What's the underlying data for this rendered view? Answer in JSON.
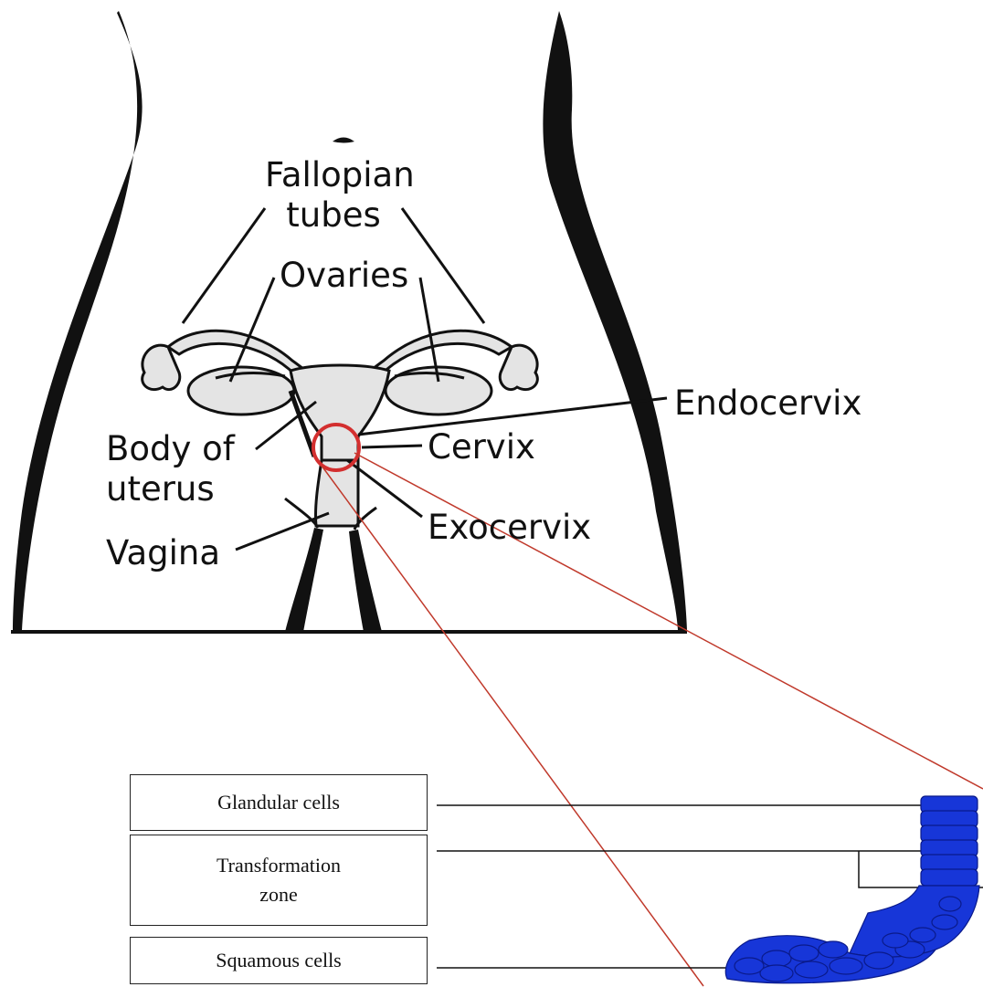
{
  "labels": {
    "fallopian_tubes": "Fallopian\ntubes",
    "ovaries": "Ovaries",
    "endocervix": "Endocervix",
    "cervix": "Cervix",
    "body_of_uterus": "Body of\nuterus",
    "exocervix": "Exocervix",
    "vagina": "Vagina"
  },
  "cell_boxes": {
    "glandular": "Glandular cells",
    "transformation": "Transformation\nzone",
    "squamous": "Squamous cells"
  },
  "colors": {
    "outline": "#111111",
    "organ_fill": "#e4e4e4",
    "highlight": "#d32f2f",
    "cells": "#1736d8",
    "cells_dark": "#0a1a8a"
  }
}
